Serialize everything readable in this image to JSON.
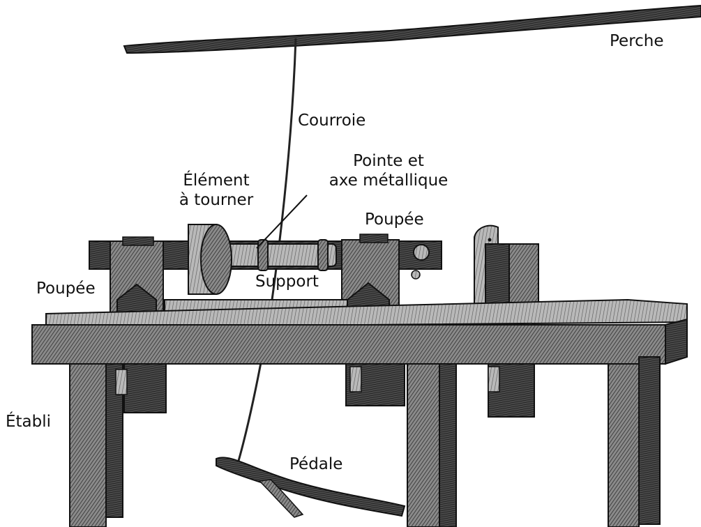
{
  "labels": {
    "perche": "Perche",
    "courroie": "Courroie",
    "element_line1": "Élément",
    "element_line2": "à tourner",
    "pointe_line1": "Pointe et",
    "pointe_line2": "axe métallique",
    "poupee_right": "Poupée",
    "support": "Support",
    "poupee_left": "Poupée",
    "etabli": "Établi",
    "pedale": "Pédale"
  },
  "colors": {
    "ink": "#111111",
    "wood_dark": "#3a3a3a",
    "wood_mid": "#6e6e6e",
    "wood_light": "#a8a8a8"
  }
}
